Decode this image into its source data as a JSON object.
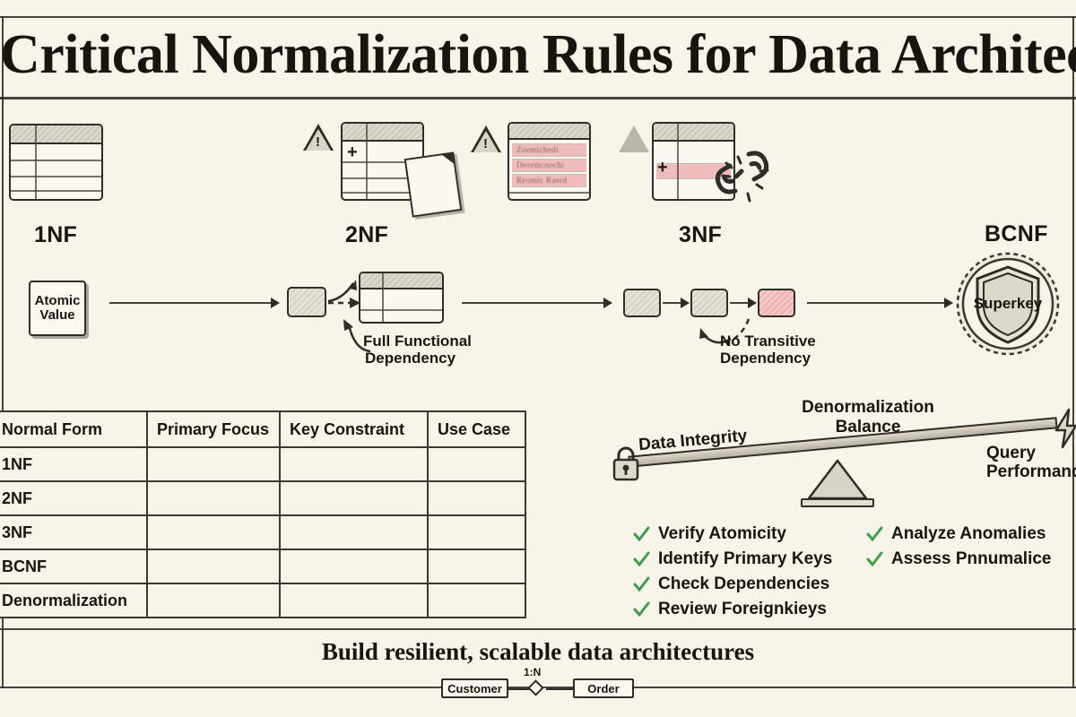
{
  "page": {
    "title": "Critical Normalization Rules for Data Architect",
    "background_color": "#f7f4ea",
    "ink_color": "#2e2d27",
    "accent_red": "#eeb2b2",
    "accent_green": "#3f9e4d"
  },
  "stages": [
    {
      "label": "1NF",
      "icon": "table-icon"
    },
    {
      "label": "2NF",
      "icon": "table-plus-document-icon"
    },
    {
      "label": "3NF",
      "icon": "table-broken-link-icon"
    },
    {
      "label": "BCNF",
      "icon": "shield-seal-icon"
    }
  ],
  "flow": {
    "atomic_value": "Atomic Value",
    "annotations": [
      {
        "text_line1": "Full Functional",
        "text_line2": "Dependency"
      },
      {
        "text_line1": "No Transitive",
        "text_line2": "Dependency"
      }
    ],
    "seal_label": "Superkey"
  },
  "scribbles": {
    "row1": "Zoemichedi",
    "row2": "Deormcnochi",
    "row3": "Reomic Raerd"
  },
  "comparison_table": {
    "headers": [
      "Normal Form",
      "Primary Focus",
      "Key Constraint",
      "Use Case"
    ],
    "rows": [
      [
        "1NF",
        "",
        "",
        ""
      ],
      [
        "2NF",
        "",
        "",
        ""
      ],
      [
        "3NF",
        "",
        "",
        ""
      ],
      [
        "BCNF",
        "",
        "",
        ""
      ],
      [
        "Denormalization",
        "",
        "",
        ""
      ]
    ]
  },
  "balance": {
    "title_line1": "Denormalization",
    "title_line2": "Balance",
    "left_label": "Data Integrity",
    "left_icon": "lock-icon",
    "right_label_line1": "Query",
    "right_label_line2": "Performance",
    "right_icon": "lightning-bolt-icon"
  },
  "checklist": {
    "left": [
      "Verify Atomicity",
      "Identify Primary Keys",
      "Check Dependencies",
      "Review Foreignkieys"
    ],
    "right": [
      "Analyze Anomalies",
      "Assess Pnnumalice"
    ]
  },
  "footer": {
    "tagline": "Build resilient, scalable data architectures",
    "er_left_entity": "Customer",
    "er_right_entity": "Order",
    "er_cardinality": "1:N"
  }
}
